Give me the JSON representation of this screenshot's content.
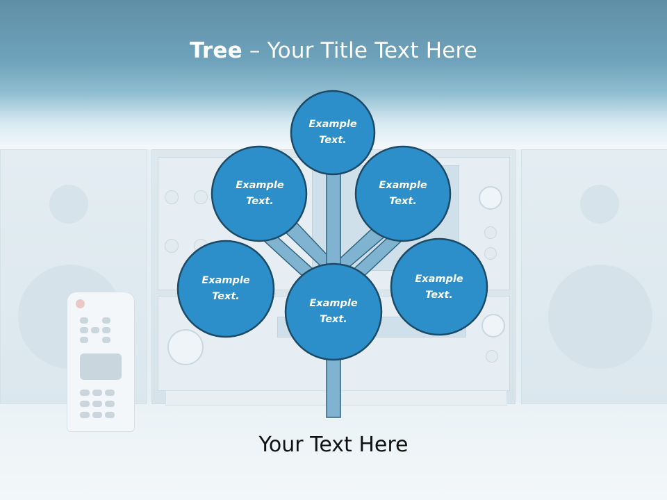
{
  "slide": {
    "title_bold": "Tree",
    "title_rest": " – Your Title Text Here",
    "footer": "Your Text Here"
  },
  "diagram": {
    "nodes": [
      {
        "id": "top",
        "line1": "Example",
        "line2": "Text."
      },
      {
        "id": "upper-left",
        "line1": "Example",
        "line2": "Text."
      },
      {
        "id": "upper-right",
        "line1": "Example",
        "line2": "Text."
      },
      {
        "id": "lower-left",
        "line1": "Example",
        "line2": "Text."
      },
      {
        "id": "center",
        "line1": "Example",
        "line2": "Text."
      },
      {
        "id": "lower-right",
        "line1": "Example",
        "line2": "Text."
      }
    ]
  },
  "colors": {
    "node_fill": "#2d8fca",
    "node_stroke": "#1c4a66",
    "branch_fill": "#7fb3cf",
    "branch_stroke": "#2f6480",
    "header_band": "#5f8fa6"
  }
}
